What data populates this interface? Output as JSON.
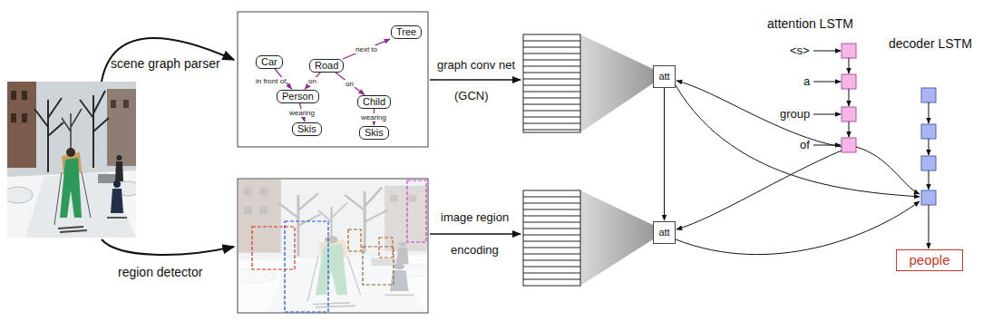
{
  "diagram": {
    "nodes": [
      {
        "text": [
          "Tree"
        ]
      },
      {
        "text": [
          "Car"
        ]
      },
      {
        "text": [
          "Road"
        ]
      },
      {
        "text": [
          "Person"
        ]
      },
      {
        "text": [
          "Child"
        ]
      },
      {
        "text": [
          "Skis"
        ]
      },
      {
        "text": [
          "Skis"
        ]
      },
      {
        "text": [
          "att"
        ]
      },
      {
        "text": [
          "att"
        ]
      },
      {
        "text": [
          "people"
        ]
      }
    ],
    "edges": [
      {
        "from": 2,
        "to": 0,
        "arrow": "to",
        "label": "next to"
      },
      {
        "from": 1,
        "to": 3,
        "arrow": "to",
        "label": "in front of"
      },
      {
        "from": 2,
        "to": 3,
        "arrow": "to",
        "label": "on"
      },
      {
        "from": 2,
        "to": 4,
        "arrow": "to",
        "label": "on"
      },
      {
        "from": 3,
        "to": 5,
        "arrow": "to",
        "label": "wearing"
      },
      {
        "from": 4,
        "to": 6,
        "arrow": "to",
        "label": "wearing"
      },
      {
        "from": 7,
        "to": 8,
        "arrow": "to"
      }
    ],
    "labels": [
      "scene graph parser",
      "region detector",
      "graph conv net",
      "(GCN)",
      "image region",
      "encoding",
      "attention LSTM",
      "decoder LSTM",
      "<s>",
      "a",
      "group",
      "of"
    ]
  }
}
